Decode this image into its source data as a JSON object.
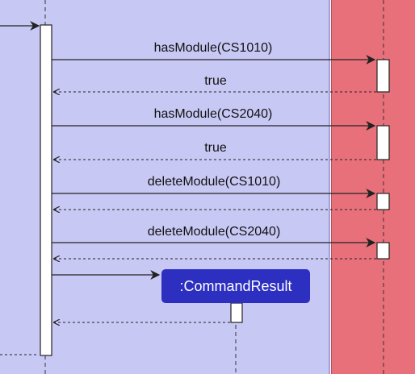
{
  "colors": {
    "left_lane": "#c8c8f5",
    "right_lane": "#e8707a",
    "participant_box": "#2c2fc0",
    "line": "#222222"
  },
  "messages": [
    {
      "label": "hasModule(CS1010)",
      "kind": "call"
    },
    {
      "label": "true",
      "kind": "return"
    },
    {
      "label": "hasModule(CS2040)",
      "kind": "call"
    },
    {
      "label": "true",
      "kind": "return"
    },
    {
      "label": "deleteModule(CS1010)",
      "kind": "call"
    },
    {
      "label": "deleteModule(CS2040)",
      "kind": "call"
    }
  ],
  "participant": {
    "label": ":CommandResult"
  }
}
